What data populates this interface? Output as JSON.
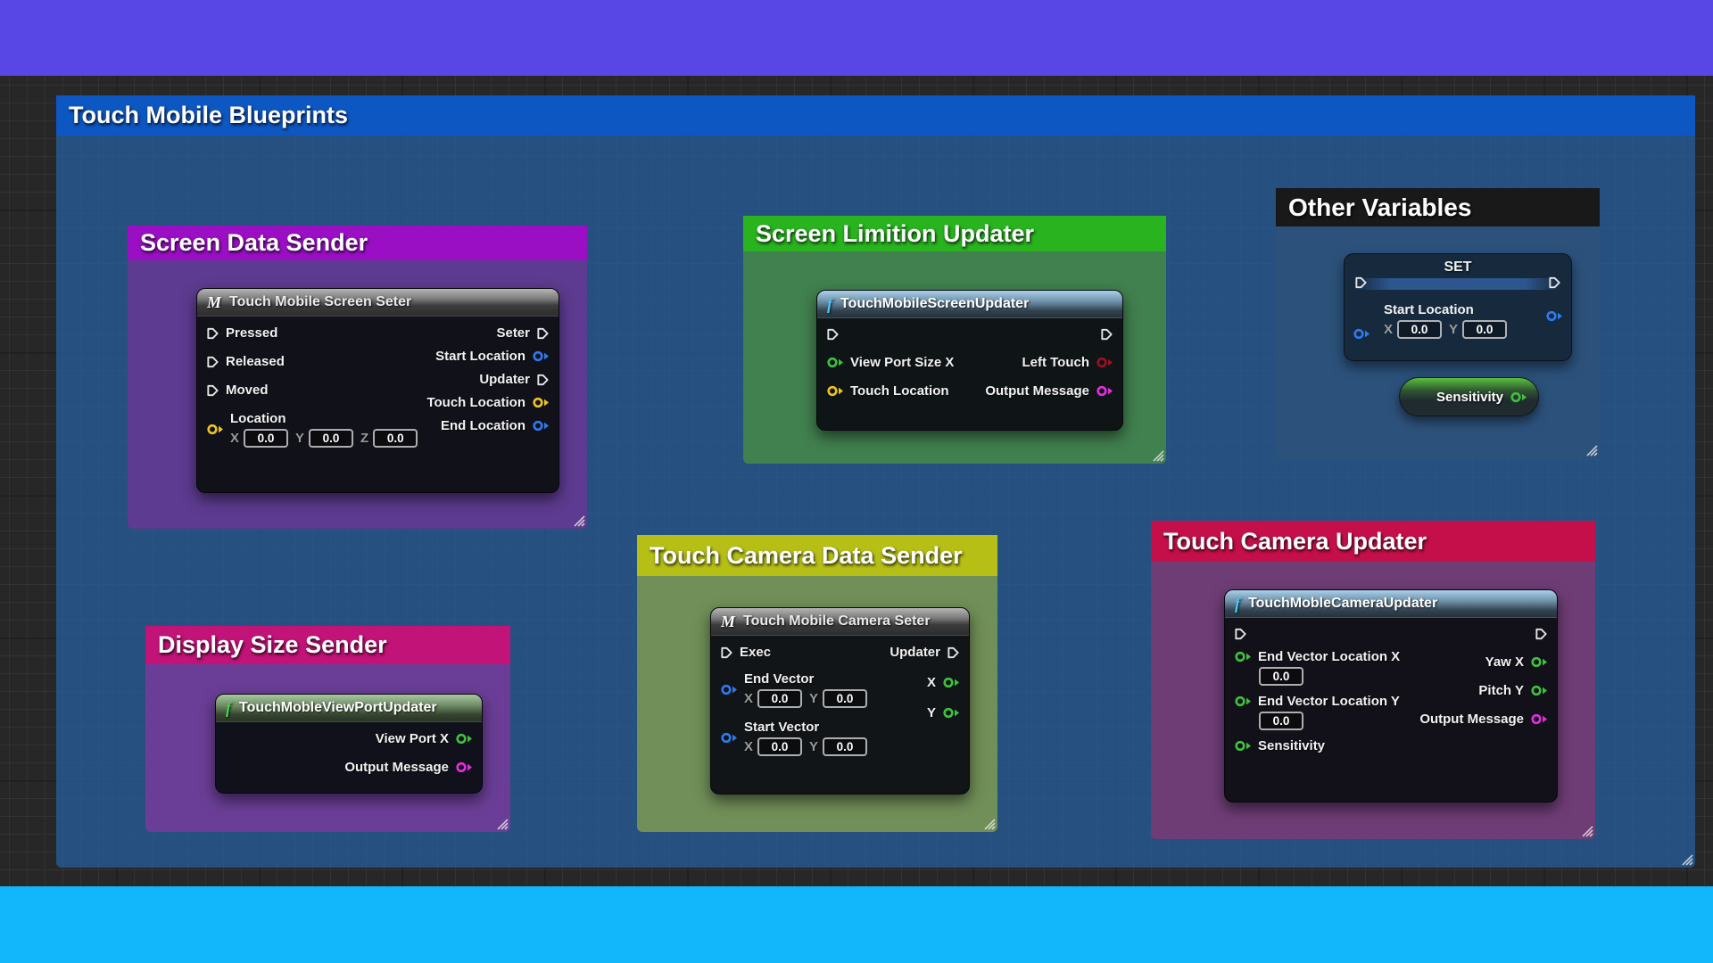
{
  "frame": {
    "top_bar_color": "#5847e4",
    "bottom_bar_color": "#12b6fb",
    "canvas_color": "#272727"
  },
  "main_comment": {
    "title": "Touch Mobile Blueprints",
    "header_color": "#0d57c3"
  },
  "comments": {
    "screen_data": {
      "title": "Screen Data Sender",
      "header_color": "#9a0fc4"
    },
    "screen_limition": {
      "title": "Screen Limition Updater",
      "header_color": "#28b31f"
    },
    "other_variables": {
      "title": "Other Variables",
      "header_color": "#191919"
    },
    "display_size": {
      "title": "Display Size Sender",
      "header_color": "#c21378"
    },
    "camera_data": {
      "title": "Touch Camera Data Sender",
      "header_color": "#b6bf16"
    },
    "camera_updater": {
      "title": "Touch Camera Updater",
      "header_color": "#c50f4b"
    }
  },
  "nodes": {
    "screen_seter": {
      "icon": "M",
      "title": "Touch Mobile Screen Seter",
      "inputs": [
        {
          "label": "Pressed",
          "type": "exec"
        },
        {
          "label": "Released",
          "type": "exec"
        },
        {
          "label": "Moved",
          "type": "exec"
        },
        {
          "label": "Location",
          "type": "vector",
          "color": "#eec41f",
          "fields": [
            {
              "axis": "X",
              "value": "0.0"
            },
            {
              "axis": "Y",
              "value": "0.0"
            },
            {
              "axis": "Z",
              "value": "0.0"
            }
          ]
        }
      ],
      "outputs": [
        {
          "label": "Seter",
          "type": "exec"
        },
        {
          "label": "Start Location",
          "type": "vector2d",
          "color": "#2e7aee"
        },
        {
          "label": "Updater",
          "type": "exec"
        },
        {
          "label": "Touch Location",
          "type": "vector2d",
          "color": "#eec41f"
        },
        {
          "label": "End Location",
          "type": "vector2d",
          "color": "#2e7aee"
        }
      ]
    },
    "screen_updater": {
      "icon": "f",
      "title": "TouchMobileScreenUpdater",
      "inputs": [
        {
          "label": "",
          "type": "exec"
        },
        {
          "label": "View Port Size X",
          "type": "float",
          "color": "#3fc13f"
        },
        {
          "label": "Touch Location",
          "type": "vector2d",
          "color": "#eec41f"
        }
      ],
      "outputs": [
        {
          "label": "",
          "type": "exec"
        },
        {
          "label": "Left Touch",
          "type": "bool",
          "color": "#9c1020"
        },
        {
          "label": "Output Message",
          "type": "string",
          "color": "#e42ede"
        }
      ]
    },
    "set_start_location": {
      "title": "SET",
      "var_label": "Start Location",
      "fields": [
        {
          "axis": "X",
          "value": "0.0"
        },
        {
          "axis": "Y",
          "value": "0.0"
        }
      ]
    },
    "sensitivity_get": {
      "label": "Sensitivity"
    },
    "viewport_updater": {
      "icon": "f",
      "title": "TouchMobleViewPortUpdater",
      "outputs": [
        {
          "label": "View Port X",
          "type": "float",
          "color": "#3fc13f"
        },
        {
          "label": "Output Message",
          "type": "string",
          "color": "#e42ede"
        }
      ]
    },
    "camera_seter": {
      "icon": "M",
      "title": "Touch Mobile Camera Seter",
      "inputs": [
        {
          "label": "Exec",
          "type": "exec"
        },
        {
          "label": "End Vector",
          "type": "vector2d",
          "color": "#2e7aee",
          "fields": [
            {
              "axis": "X",
              "value": "0.0"
            },
            {
              "axis": "Y",
              "value": "0.0"
            }
          ]
        },
        {
          "label": "Start Vector",
          "type": "vector2d",
          "color": "#2e7aee",
          "fields": [
            {
              "axis": "X",
              "value": "0.0"
            },
            {
              "axis": "Y",
              "value": "0.0"
            }
          ]
        }
      ],
      "outputs": [
        {
          "label": "Updater",
          "type": "exec"
        },
        {
          "label": "X",
          "type": "float",
          "color": "#3fc13f"
        },
        {
          "label": "Y",
          "type": "float",
          "color": "#3fc13f"
        }
      ]
    },
    "camera_updater": {
      "icon": "f",
      "title": "TouchMobleCameraUpdater",
      "inputs": [
        {
          "label": "",
          "type": "exec"
        },
        {
          "label": "End Vector Location X",
          "type": "float",
          "color": "#3fc13f",
          "fields": [
            {
              "value": "0.0"
            }
          ]
        },
        {
          "label": "End Vector Location Y",
          "type": "float",
          "color": "#3fc13f",
          "fields": [
            {
              "value": "0.0"
            }
          ]
        },
        {
          "label": "Sensitivity",
          "type": "float",
          "color": "#3fc13f"
        }
      ],
      "outputs": [
        {
          "label": "",
          "type": "exec"
        },
        {
          "label": "Yaw X",
          "type": "float",
          "color": "#3fc13f"
        },
        {
          "label": "Pitch Y",
          "type": "float",
          "color": "#3fc13f"
        },
        {
          "label": "Output Message",
          "type": "string",
          "color": "#e42ede"
        }
      ]
    }
  },
  "pin_colors": {
    "exec": "#e6e6e6",
    "vector2d_blue": "#2e7aee",
    "vector_yellow": "#eec41f",
    "float_green": "#3fc13f",
    "bool_red": "#9c1020",
    "string_magenta": "#e42ede"
  }
}
